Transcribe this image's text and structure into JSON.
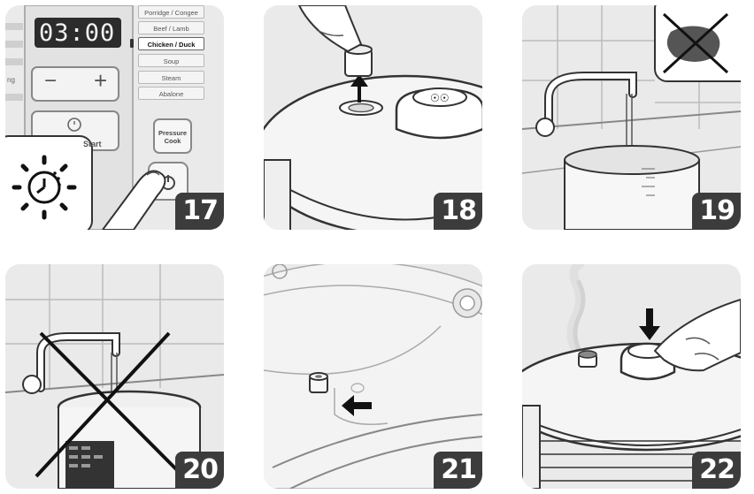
{
  "panels": [
    {
      "number": "17"
    },
    {
      "number": "18"
    },
    {
      "number": "19"
    },
    {
      "number": "20"
    },
    {
      "number": "21"
    },
    {
      "number": "22"
    }
  ],
  "panel17": {
    "display_time": "03:00",
    "menu": [
      "Porridge / Congee",
      "Beef / Lamb",
      "Chicken / Duck",
      "Soup",
      "Steam",
      "Abalone"
    ],
    "selected_index": 2,
    "pressure_cook_label": "Pressure Cook",
    "start_label": "Start",
    "partial_label": "ng",
    "minus": "−",
    "plus": "+"
  }
}
